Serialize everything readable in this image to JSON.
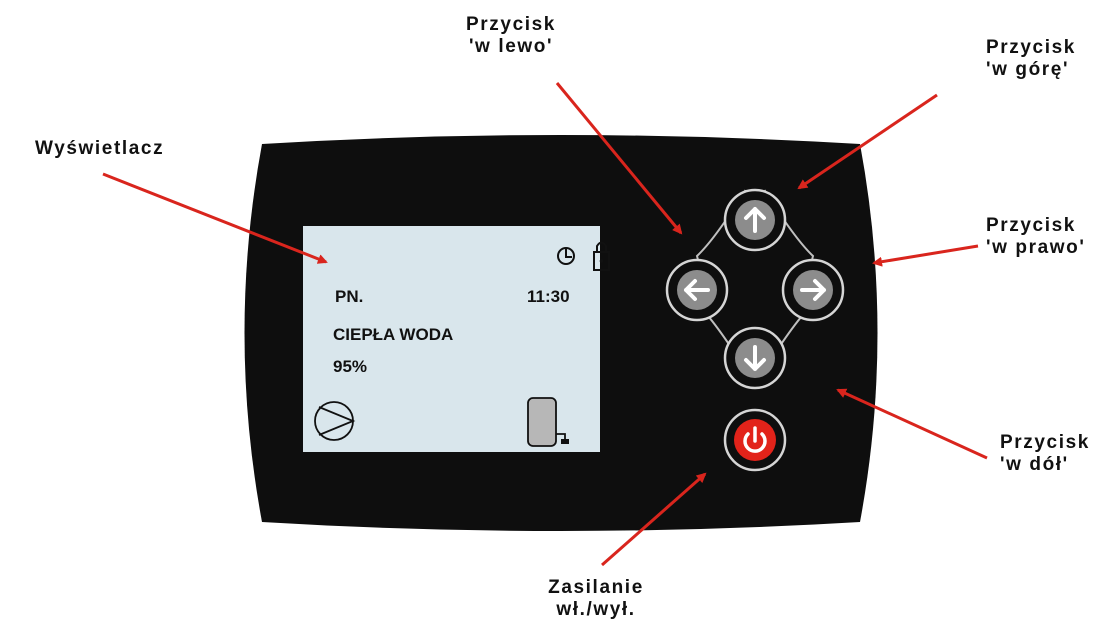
{
  "callouts": {
    "left": {
      "line1": "Przycisk",
      "line2": "'w lewo'"
    },
    "up": {
      "line1": "Przycisk",
      "line2": "'w górę'"
    },
    "display": {
      "label": "Wyświetlacz"
    },
    "right": {
      "line1": "Przycisk",
      "line2": "'w prawo'"
    },
    "down": {
      "line1": "Przycisk",
      "line2": "'w dół'"
    },
    "power": {
      "line1": "Zasilanie",
      "line2": "wł./wył."
    }
  },
  "screen": {
    "day": "PN.",
    "time": "11:30",
    "mode": "CIEPŁA WODA",
    "level": "95%"
  },
  "colors": {
    "panel": "#0e0e0e",
    "screen": "#d9e6ec",
    "arrow": "#d9251d",
    "power": "#e2231a",
    "button": "#8c8c8c"
  },
  "icons": {
    "clock": "clock-icon",
    "lock": "lock-icon",
    "pump": "pump-icon",
    "tank": "tank-icon"
  }
}
